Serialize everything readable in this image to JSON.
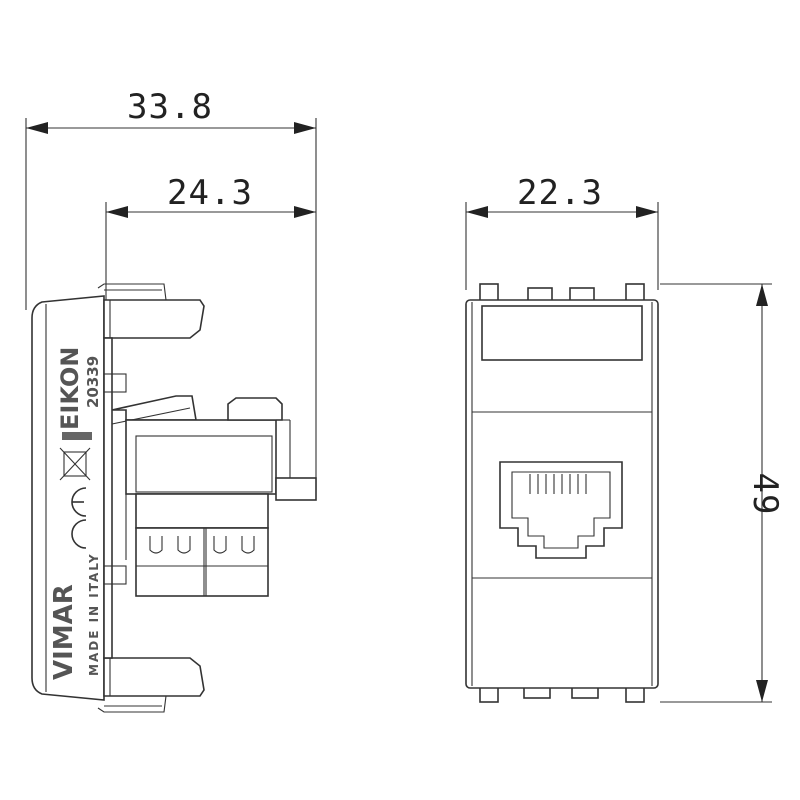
{
  "dimensions": {
    "overall_depth": "33.8",
    "rear_depth": "24.3",
    "front_width": "22.3",
    "height": "49"
  },
  "markings": {
    "brand": "VIMAR",
    "series": "EIKON",
    "article_code": "20339",
    "origin": "MADE IN ITALY"
  }
}
